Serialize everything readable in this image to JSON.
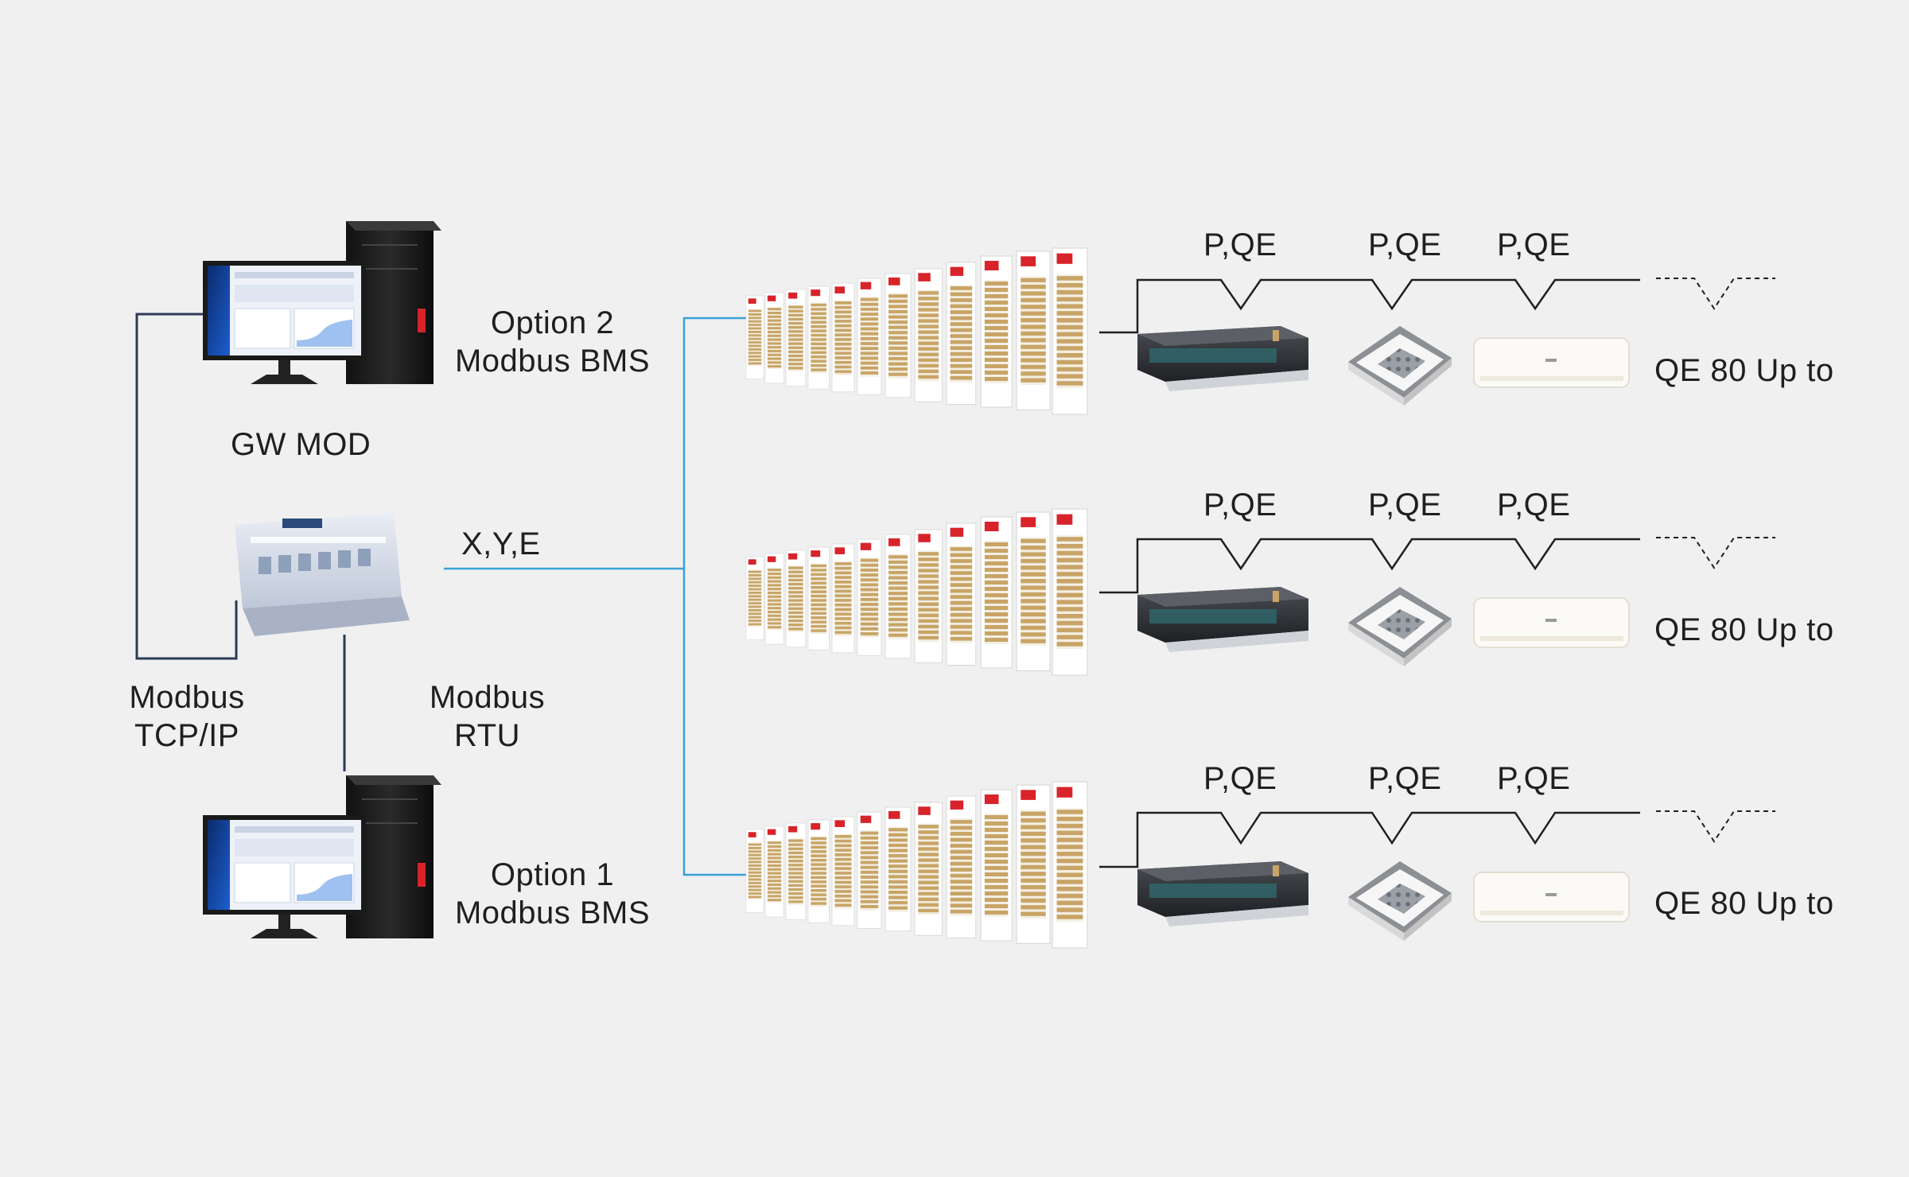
{
  "colors": {
    "background": "#f0f0f1",
    "wire_dark": "#2b3a55",
    "wire_blue": "#3aa0d8",
    "brand_red": "#d8232a",
    "coil_gold": "#c8a466"
  },
  "bms_option2": {
    "line1": "Option 2",
    "line2": "Modbus BMS",
    "icon": "desktop-computer-icon"
  },
  "bms_option1": {
    "line1": "Option 1",
    "line2": "Modbus BMS",
    "icon": "desktop-computer-icon"
  },
  "gateway": {
    "label": "GW MOD",
    "icon": "din-rail-gateway-icon"
  },
  "links": {
    "tcp_line1": "Modbus",
    "tcp_line2": "TCP/IP",
    "rtu_line1": "Modbus",
    "rtu_line2": "RTU",
    "xye": "X,Y,E"
  },
  "systems": [
    {
      "odu_icon": "outdoor-unit-row-icon",
      "idu_labels": [
        "P,QE",
        "P,QE",
        "P,QE"
      ],
      "idu_icons": [
        "ducted-unit-icon",
        "cassette-unit-icon",
        "wall-split-icon"
      ],
      "limit": "QE 80 Up to"
    },
    {
      "odu_icon": "outdoor-unit-row-icon",
      "idu_labels": [
        "P,QE",
        "P,QE",
        "P,QE"
      ],
      "idu_icons": [
        "ducted-unit-icon",
        "cassette-unit-icon",
        "wall-split-icon"
      ],
      "limit": "QE 80 Up to"
    },
    {
      "odu_icon": "outdoor-unit-row-icon",
      "idu_labels": [
        "P,QE",
        "P,QE",
        "P,QE"
      ],
      "idu_icons": [
        "ducted-unit-icon",
        "cassette-unit-icon",
        "wall-split-icon"
      ],
      "limit": "QE 80 Up to"
    }
  ]
}
